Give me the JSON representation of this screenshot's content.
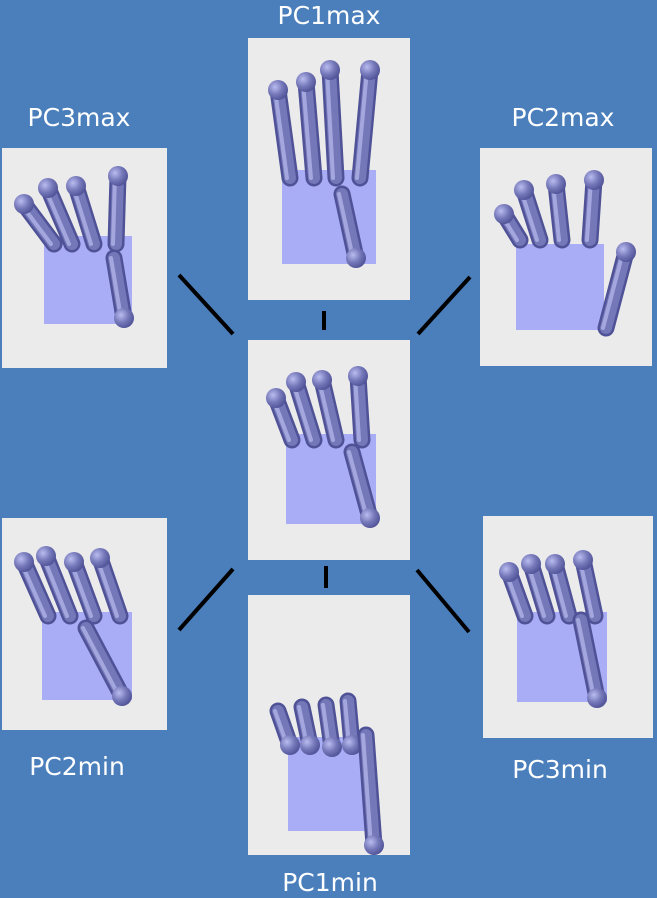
{
  "labels": {
    "pc1max": "PC1max",
    "pc1min": "PC1min",
    "pc2max": "PC2max",
    "pc2min": "PC2min",
    "pc3max": "PC3max",
    "pc3min": "PC3min"
  },
  "colors": {
    "background": "#4a7fbc",
    "panel": "#ebebeb",
    "palm": "#a9adf5",
    "finger": "#7477b8",
    "finger_light": "#b9bcef",
    "finger_dark": "#4f5296",
    "connector": "#000000",
    "label": "#ffffff"
  }
}
